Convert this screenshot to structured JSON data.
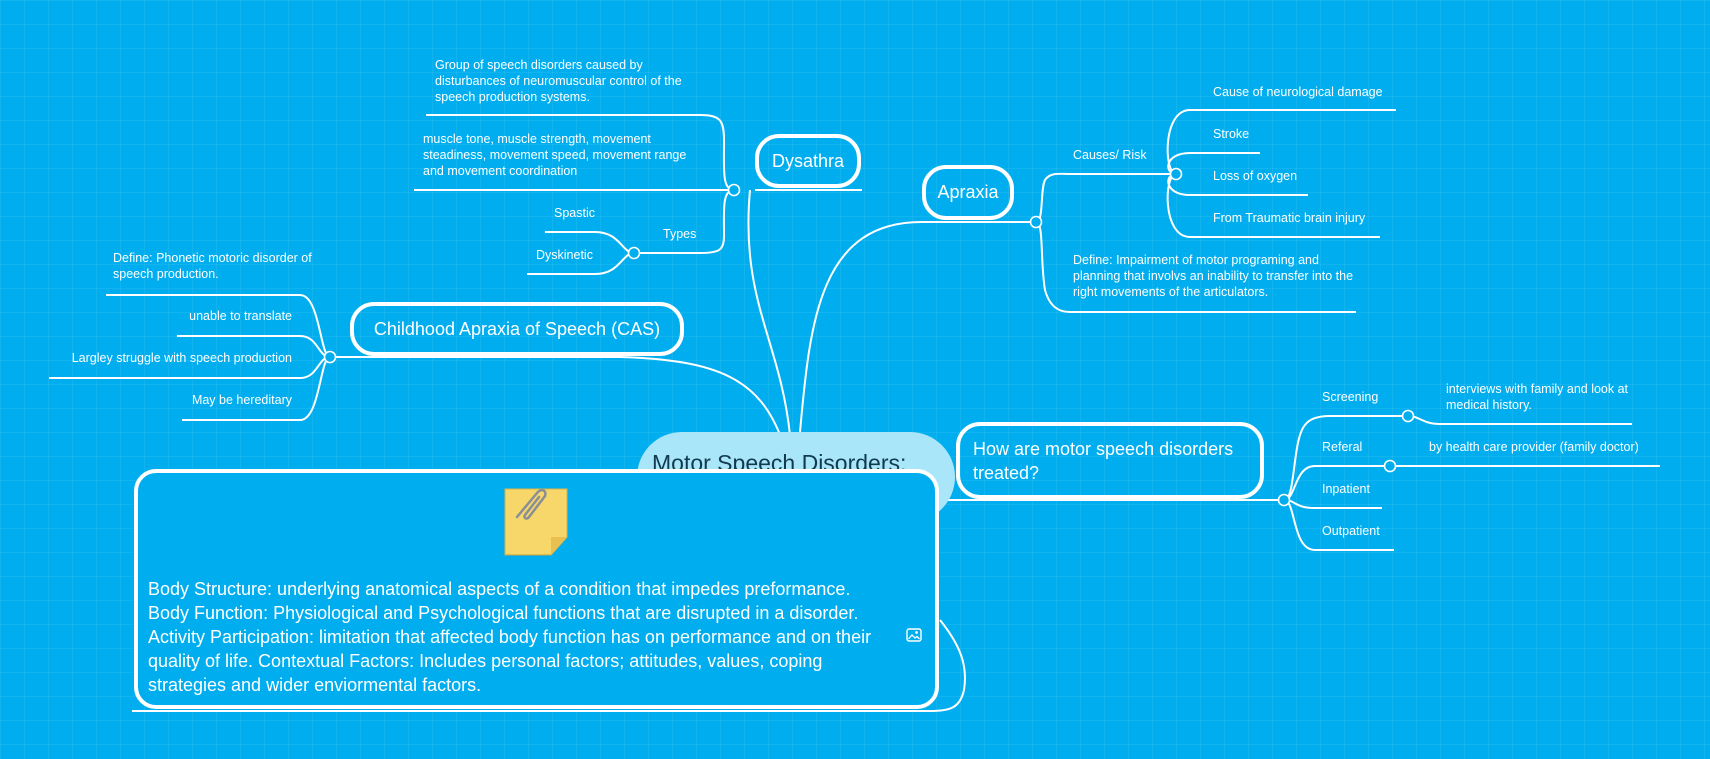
{
  "central": {
    "label": "Motor Speech Disorders:"
  },
  "note": {
    "text": "Body Structure: underlying anatomical aspects of a condition that impedes preformance. Body Function: Physiological and Psychological functions that are disrupted in a disorder. Activity Participation: limitation that affected body function has on performance and on their quality of life. Contextual Factors: Includes personal factors; attitudes, values, coping strategies and wider enviormental factors.",
    "icons": [
      "sticky-note-paperclip-icon",
      "image-icon"
    ]
  },
  "dysathra": {
    "label": "Dysathra",
    "definition": "Group of speech disorders caused by disturbances of neuromuscular control of the speech production systems.",
    "aspects": "muscle tone, muscle strength, movement steadiness, movement speed, movement range and movement coordination",
    "types": {
      "label": "Types",
      "items": [
        "Spastic",
        "Dyskinetic"
      ]
    }
  },
  "apraxia": {
    "label": "Apraxia",
    "causes": {
      "label": "Causes/ Risk",
      "items": [
        "Cause of neurological damage",
        "Stroke",
        "Loss of oxygen",
        "From Traumatic brain injury"
      ]
    },
    "definition": "Define: Impairment of motor programing and planning that involvs an inability to transfer into the right movements of the articulators."
  },
  "cas": {
    "label": "Childhood Apraxia of Speech (CAS)",
    "items": [
      "Define: Phonetic motoric disorder of speech production.",
      "unable to translate",
      "Largley struggle with speech production",
      "May be hereditary"
    ]
  },
  "treatment": {
    "label": "How are motor speech disorders treated?",
    "screening": {
      "label": "Screening",
      "detail": "interviews with family and look at medical history."
    },
    "referal": {
      "label": "Referal",
      "detail": "by health care provider (family doctor)"
    },
    "inpatient": "Inpatient",
    "outpatient": "Outpatient"
  },
  "colors": {
    "background": "#00aeef",
    "central_fill": "#a9e6fa",
    "line": "#ffffff"
  }
}
